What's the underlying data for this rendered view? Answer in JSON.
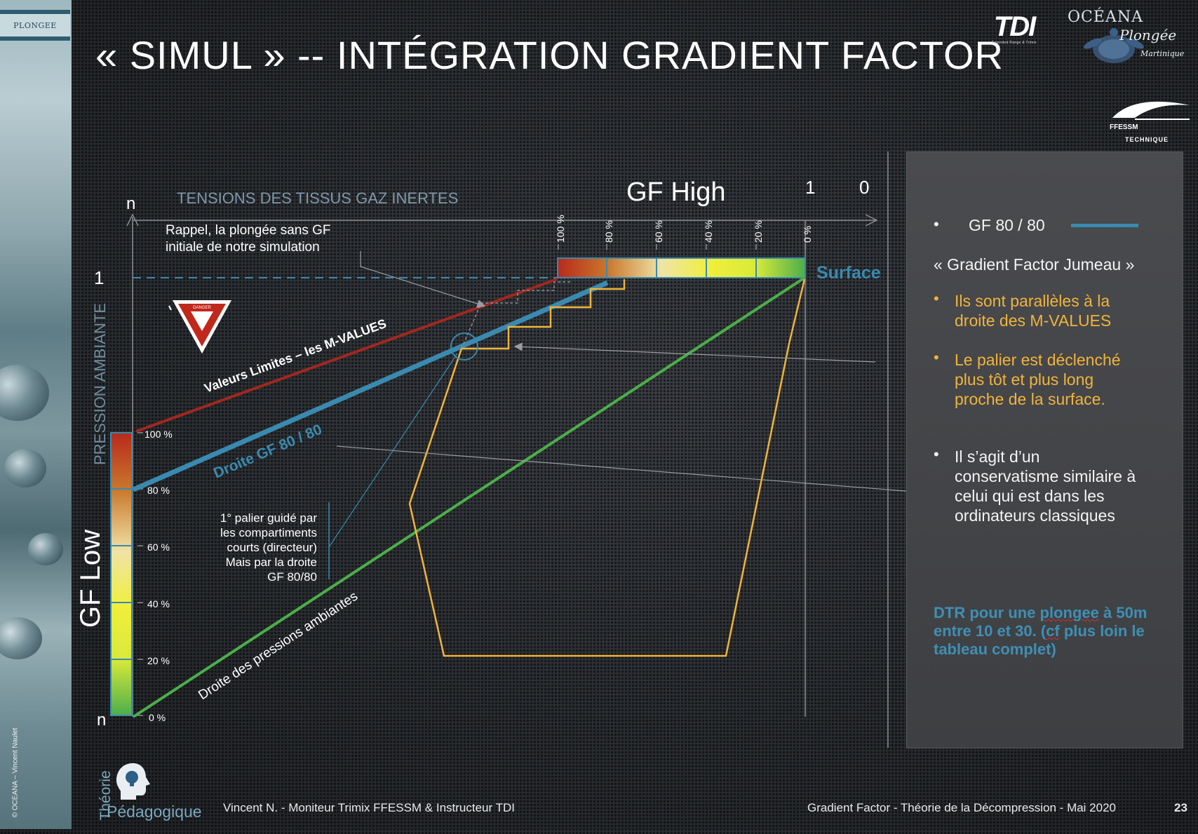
{
  "left_strip": {
    "tab_label": "PLONGEE",
    "copyright": "© OCEANA – Vincent Naulet"
  },
  "title": "« SIMUL » -- INTÉGRATION GRADIENT FACTOR",
  "logos": {
    "tdi": "TDI",
    "tdi_sub": "Extended Range & Trimix",
    "oceana_line1": "OCÉANA",
    "oceana_line2": "Plongée",
    "oceana_line3": "Martinique",
    "ffessm": "FFESSM",
    "ffessm_sub": "TECHNIQUE"
  },
  "diagram": {
    "tensions_label": "TENSIONS DES TISSUS GAZ INERTES",
    "gf_high_label": "GF High",
    "gf_high_one": "1",
    "gf_high_zero": "0",
    "gf_high_ticks": [
      "100 %",
      "80 %",
      "60 %",
      "40 %",
      "20 %",
      "0 %"
    ],
    "n_top": "n",
    "n_bottom": "n",
    "one_left": "1",
    "pression_label": "PRESSION AMBIANTE",
    "gf_low_label": "GF Low",
    "gf_low_ticks": [
      "100 %",
      "80 %",
      "60 %",
      "40 %",
      "20 %",
      "0 %"
    ],
    "surface_label": "Surface",
    "rappel_line1": "Rappel, la plongée sans GF",
    "rappel_line2": "initiale de notre simulation",
    "m_values_label": "Valeurs Limites – les M-VALUES",
    "droite_gf_label": "Droite GF 80 / 80",
    "droite_pressions_label": "Droite des pressions ambiantes",
    "palier_lines": [
      "1° palier guidé par",
      "les  compartiments",
      "courts (directeur)",
      "Mais par la droite",
      "GF 80/80"
    ],
    "danger_text": "DANGER",
    "colors": {
      "m_values": "#a02820",
      "gf_line": "#3a8ab0",
      "ambient": "#4cae4a",
      "profile": "#f0b43c",
      "axis": "#8a8d92"
    }
  },
  "panel": {
    "legend_label": "GF 80 / 80",
    "jumeau": "« Gradient Factor Jumeau »",
    "orange1_line1": "Ils sont parallèles à la",
    "orange1_line2": "droite des M-VALUES",
    "orange2_line1": "Le palier est déclenché",
    "orange2_line2": "plus tôt et plus long",
    "orange2_line3": "proche de la surface.",
    "white_line1": "Il s’agit d’un",
    "white_line2": "conservatisme similaire à",
    "white_line3": "celui qui est dans les",
    "white_line4": "ordinateurs classiques",
    "dtr_line1_a": "DTR pour une ",
    "dtr_line1_b": "plongee",
    "dtr_line1_c": " à 50m",
    "dtr_line2_a": "entre 10 et 30. (",
    "dtr_line2_b": "cf",
    "dtr_line2_c": " plus loin le",
    "dtr_line3": "tableau complet)"
  },
  "footer": {
    "theorie": "Théorie",
    "pedagogique": "Pédagogique",
    "author": "Vincent N. - Moniteur Trimix FFESSM & Instructeur TDI",
    "subject": "Gradient Factor - Théorie de la Décompression - Mai 2020",
    "page": "23"
  }
}
